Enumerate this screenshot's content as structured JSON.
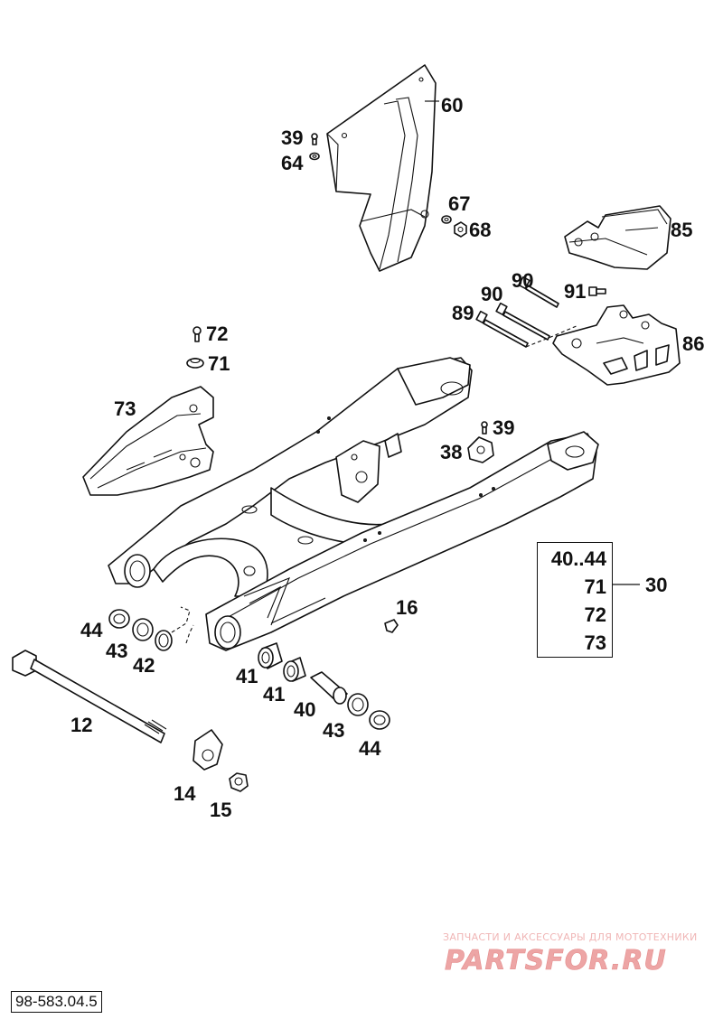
{
  "diagram": {
    "document_number": "98-583.04.5",
    "callouts": [
      {
        "id": "60",
        "label": "60"
      },
      {
        "id": "39a",
        "label": "39"
      },
      {
        "id": "64",
        "label": "64"
      },
      {
        "id": "67",
        "label": "67"
      },
      {
        "id": "68",
        "label": "68"
      },
      {
        "id": "85",
        "label": "85"
      },
      {
        "id": "90a",
        "label": "90"
      },
      {
        "id": "90b",
        "label": "90"
      },
      {
        "id": "91",
        "label": "91"
      },
      {
        "id": "89",
        "label": "89"
      },
      {
        "id": "86",
        "label": "86"
      },
      {
        "id": "72",
        "label": "72"
      },
      {
        "id": "71",
        "label": "71"
      },
      {
        "id": "73",
        "label": "73"
      },
      {
        "id": "39b",
        "label": "39"
      },
      {
        "id": "38",
        "label": "38"
      },
      {
        "id": "16",
        "label": "16"
      },
      {
        "id": "44a",
        "label": "44"
      },
      {
        "id": "43a",
        "label": "43"
      },
      {
        "id": "42",
        "label": "42"
      },
      {
        "id": "41a",
        "label": "41"
      },
      {
        "id": "41b",
        "label": "41"
      },
      {
        "id": "40",
        "label": "40"
      },
      {
        "id": "43b",
        "label": "43"
      },
      {
        "id": "44b",
        "label": "44"
      },
      {
        "id": "12",
        "label": "12"
      },
      {
        "id": "14",
        "label": "14"
      },
      {
        "id": "15",
        "label": "15"
      },
      {
        "id": "30",
        "label": "30"
      }
    ],
    "kit_box": {
      "items": [
        "40..44",
        "71",
        "72",
        "73"
      ],
      "assembly_number": "30"
    },
    "watermark": {
      "top_text": "ЗАПЧАСТИ И АКСЕССУАРЫ ДЛЯ МОТОТЕХНИКИ",
      "logo_text": "PARTSFOR.RU",
      "color": "#e88a8a"
    }
  }
}
